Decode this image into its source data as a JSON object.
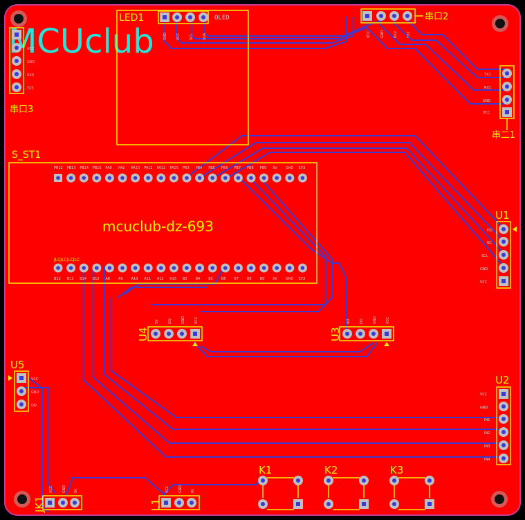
{
  "brand": {
    "logo_text": "MCUclub",
    "logo_color": "#27e3d8"
  },
  "board": {
    "title": "mcuclub-dz-693",
    "jlc_mark": "JLCJLCJLCJLC"
  },
  "colors": {
    "pcb": "#ff0000",
    "trace": "#3a3ad8",
    "silk": "#f0f000",
    "pad": "#c0c0c0",
    "bg": "#000000"
  },
  "components": {
    "led1": {
      "ref": "LED1",
      "label": "OLED",
      "pins": [
        "GND",
        "VCC",
        "SCL",
        "SDA"
      ]
    },
    "port3": {
      "ref": "串口3",
      "pins": [
        "VCC",
        "GND",
        "RX3",
        "TX3"
      ]
    },
    "port2": {
      "ref": "串口2",
      "pins": [
        "VCC",
        "GND",
        "RX2",
        "TX2"
      ]
    },
    "port1": {
      "ref": "串二1",
      "pins": [
        "TX1",
        "RX1",
        "GND",
        "VCC"
      ]
    },
    "s_st1": {
      "ref": "S_ST1",
      "top_pins": [
        "PB12",
        "PB13",
        "PB14",
        "PB15",
        "PA8",
        "PA9",
        "PA10",
        "PA11",
        "PA12",
        "PA15",
        "PB3",
        "PB4",
        "PB5",
        "PB6",
        "PB7",
        "PB8",
        "PB9",
        "5V",
        "GND",
        "3V3"
      ],
      "bottom_pins": [
        "B12",
        "B13",
        "B14",
        "B15",
        "A8",
        "A9",
        "A10",
        "A11",
        "A12",
        "A15",
        "B3",
        "B4",
        "B5",
        "B6",
        "B7",
        "B8",
        "B9",
        "5V",
        "GND",
        "3V3"
      ]
    },
    "u1": {
      "ref": "U1",
      "pins": [
        "DQ",
        "NC",
        "SCL",
        "GND",
        "VCC"
      ]
    },
    "u2": {
      "ref": "U2",
      "pins": [
        "VCC",
        "GND",
        "IN1",
        "IN2",
        "IN3",
        "IN4"
      ]
    },
    "u3": {
      "ref": "U3",
      "pins": [
        "AO",
        "DO",
        "GND",
        "VCC"
      ]
    },
    "u4": {
      "ref": "U4",
      "pins": [
        "5V",
        "DQ",
        "GND",
        "VCC"
      ]
    },
    "u5": {
      "ref": "U5",
      "pins": [
        "VCC",
        "GND",
        "DQ"
      ]
    },
    "jk1": {
      "ref": "JK1",
      "pins": [
        "VCC",
        "GND",
        "IN"
      ]
    },
    "l1": {
      "ref": "L1",
      "pins": [
        "VCC",
        "GND",
        "IN"
      ]
    },
    "k1": {
      "ref": "K1"
    },
    "k2": {
      "ref": "K2"
    },
    "k3": {
      "ref": "K3"
    }
  }
}
